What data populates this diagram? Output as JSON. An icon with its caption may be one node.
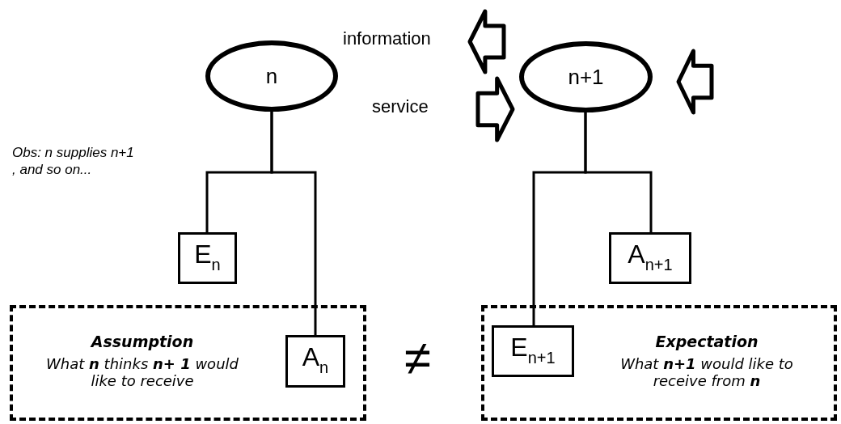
{
  "diagram": {
    "nodes": [
      {
        "text": [
          "n"
        ]
      },
      {
        "text": [
          "n+1"
        ]
      },
      {
        "text": [
          "E$_{n}$"
        ]
      },
      {
        "text": [
          "A$_{n+1}$"
        ]
      },
      {
        "text": [
          "Assumption",
          "What **n** thinks **n+ 1** would like to receive"
        ]
      },
      {
        "text": [
          "A$_{n}$"
        ],
        "in": 4
      },
      {
        "text": [
          "Expectation",
          "What **n+1** would like to receive from **n**"
        ]
      },
      {
        "text": [
          "E$_{n+1}$"
        ],
        "in": 6
      }
    ],
    "edges": [
      {
        "from": 0,
        "to": 2,
        "arrow": "none"
      },
      {
        "from": 0,
        "to": 5,
        "arrow": "none"
      },
      {
        "from": 1,
        "to": 7,
        "arrow": "none"
      },
      {
        "from": 1,
        "to": 3,
        "arrow": "none"
      }
    ],
    "labels": [
      "information",
      "service",
      "Obs: n supplies n+1 , and so on...",
      "≠"
    ]
  }
}
